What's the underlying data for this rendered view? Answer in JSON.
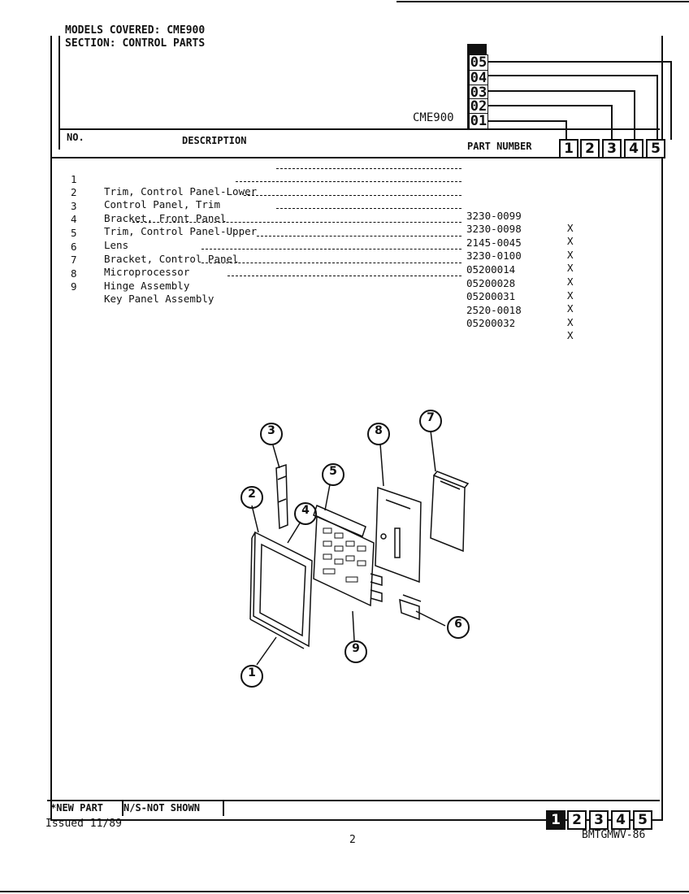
{
  "header": {
    "models_covered": "MODELS COVERED: CME900",
    "section": "SECTION: CONTROL PARTS",
    "model_name": "CME900",
    "model_codes": [
      "05",
      "04",
      "03",
      "02",
      "01"
    ]
  },
  "table_header": {
    "no": "NO.",
    "description": "DESCRIPTION",
    "part_number": "PART NUMBER",
    "columns": [
      "1",
      "2",
      "3",
      "4",
      "5"
    ]
  },
  "parts": [
    {
      "no": "1",
      "description": "Trim, Control Panel-Lower",
      "part": "3230-0099",
      "mark": "X"
    },
    {
      "no": "2",
      "description": "Control Panel, Trim",
      "part": "3230-0098",
      "mark": "X"
    },
    {
      "no": "3",
      "description": "Bracket, Front Panel",
      "part": "2145-0045",
      "mark": "X"
    },
    {
      "no": "4",
      "description": "Trim, Control Panel-Upper",
      "part": "3230-0100",
      "mark": "X"
    },
    {
      "no": "5",
      "description": "Lens",
      "part": "05200014",
      "mark": "X"
    },
    {
      "no": "6",
      "description": "Bracket, Control Panel",
      "part": "05200028",
      "mark": "X"
    },
    {
      "no": "7",
      "description": "Microprocessor",
      "part": "05200031",
      "mark": "X"
    },
    {
      "no": "8",
      "description": "Hinge Assembly",
      "part": "2520-0018",
      "mark": "X"
    },
    {
      "no": "9",
      "description": "Key Panel Assembly",
      "part": "05200032",
      "mark": "X"
    }
  ],
  "diagram": {
    "callouts": [
      "1",
      "2",
      "3",
      "4",
      "5",
      "6",
      "7",
      "8",
      "9"
    ]
  },
  "footer": {
    "new_part": "*NEW PART",
    "not_shown": "N/S-NOT SHOWN",
    "issued": "Issued 11/89",
    "page": "2",
    "doc_code": "BMTGMWV-86",
    "columns": [
      "1",
      "2",
      "3",
      "4",
      "5"
    ]
  }
}
